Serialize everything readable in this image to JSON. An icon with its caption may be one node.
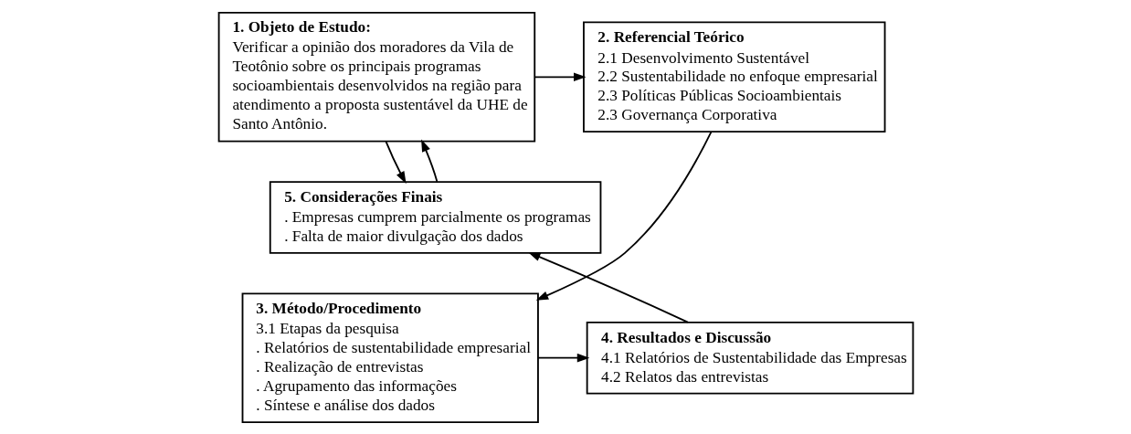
{
  "diagram": {
    "nodes": [
      {
        "text": [
          "1. Objeto de Estudo:",
          "Verificar a opinião dos moradores da Vila de Teotônio sobre os principais programas socioambientais desenvolvidos na região para atendimento a proposta sustentável da UHE de Santo Antônio."
        ]
      },
      {
        "text": [
          "2. Referencial Teórico",
          "2.1 Desenvolvimento Sustentável",
          "2.2 Sustentabilidade no enfoque empresarial",
          "2.3 Políticas Públicas Socioambientais",
          "2.3 Governança Corporativa"
        ]
      },
      {
        "text": [
          "3. Método/Procedimento",
          "3.1 Etapas da pesquisa",
          ". Relatórios de sustentabilidade empresarial",
          ". Realização de entrevistas",
          ". Agrupamento das informações",
          ". Síntese e análise dos dados"
        ]
      },
      {
        "text": [
          "4. Resultados e Discussão",
          "4.1 Relatórios de Sustentabilidade das Empresas",
          "4.2 Relatos das entrevistas"
        ]
      },
      {
        "text": [
          "5. Considerações Finais",
          ". Empresas cumprem parcialmente os programas",
          ". Falta de maior divulgação dos dados"
        ]
      }
    ],
    "edges": [
      {
        "from": 0,
        "to": 1,
        "arrow": "to"
      },
      {
        "from": 1,
        "to": 2,
        "arrow": "to"
      },
      {
        "from": 2,
        "to": 3,
        "arrow": "to"
      },
      {
        "from": 3,
        "to": 4,
        "arrow": "to"
      },
      {
        "from": 0,
        "to": 4,
        "arrow": "to"
      },
      {
        "from": 4,
        "to": 0,
        "arrow": "to"
      }
    ]
  }
}
